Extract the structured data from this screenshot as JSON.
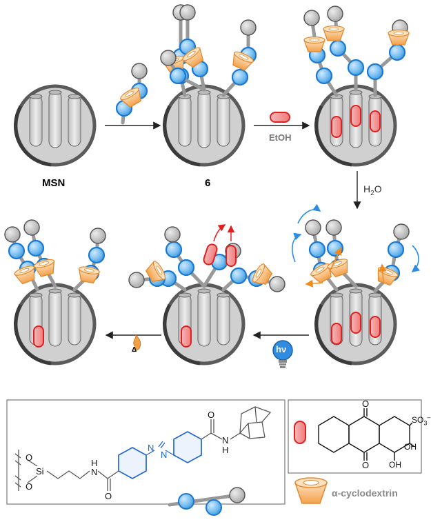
{
  "labels": {
    "msn": "MSN",
    "compound": "6",
    "ethanol": "EtOH",
    "water_prefix": "H",
    "water_sub": "2",
    "water_suffix": "O",
    "light": "hν",
    "heat": "Δ"
  },
  "structure_labels": {
    "o_top": "O",
    "si": "Si",
    "o_bottom": "O",
    "nh_left": "H",
    "n_left": "N",
    "amide_o": "O",
    "azo_n1": "N",
    "azo_n2": "N",
    "amide2_o": "O",
    "nh_right_n": "N",
    "nh_right_h": "H"
  },
  "dye_labels": {
    "o_top": "O",
    "o_bottom": "O",
    "so3": "SO",
    "so3_sub": "3",
    "so3_sup": "–",
    "oh_right": "OH",
    "oh_bottom": "OH"
  },
  "legend": {
    "cyclodextrin": "α-cyclodextrin"
  },
  "colors": {
    "nanoparticle_grey": "#cfcfcf",
    "sphere_blue": "#7cc0f0",
    "sphere_outline": "#1a78d0",
    "cargo_red": "#e02020",
    "cyclodextrin_orange": "#f4a04a",
    "arrow_blue": "#2f8ce0"
  }
}
